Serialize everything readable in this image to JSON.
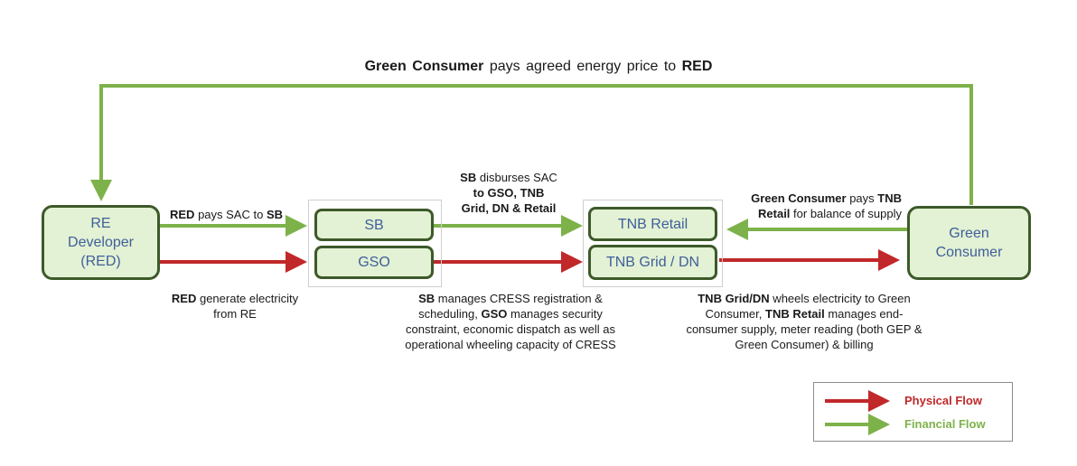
{
  "title": {
    "part1": "Green Consumer",
    "part2": " pays agreed energy price to ",
    "part3": "RED"
  },
  "nodes": {
    "re_developer": {
      "line1": "RE",
      "line2": "Developer",
      "line3": "(RED)"
    },
    "sb": "SB",
    "gso": "GSO",
    "tnb_retail": "TNB Retail",
    "tnb_grid": "TNB Grid / DN",
    "green_consumer": {
      "line1": "Green",
      "line2": "Consumer"
    }
  },
  "labels": {
    "red_pays": {
      "b1": "RED",
      "t1": " pays SAC to ",
      "b2": "SB"
    },
    "sb_disburses": {
      "b1": "SB",
      "t1": " disburses SAC",
      "b2": "to GSO, TNB",
      "b3": "Grid, DN & Retail"
    },
    "gc_pays_tnb": {
      "b1": "Green Consumer",
      "t1": " pays ",
      "b2": "TNB",
      "b3": "Retail",
      "t2": " for balance of supply"
    },
    "red_generate": {
      "b1": "RED",
      "t1": " generate electricity",
      "t2": "from RE"
    },
    "sb_manages": {
      "b1": "SB",
      "t1": " manages CRESS registration &",
      "t2": "scheduling, ",
      "b2": "GSO",
      "t3": " manages security",
      "t4": "constraint, economic dispatch as well as",
      "t5": "operational wheeling capacity of CRESS"
    },
    "tnb_wheels": {
      "b1": "TNB Grid/DN",
      "t1": " wheels electricity to Green",
      "t2": "Consumer, ",
      "b2": "TNB Retail",
      "t3": " manages end-",
      "t4": "consumer supply, meter reading (both GEP &",
      "t5": "Green Consumer) & billing"
    }
  },
  "legend": {
    "physical": "Physical Flow",
    "financial": "Financial Flow"
  },
  "colors": {
    "physical": "#c0282a",
    "financial": "#7db24a",
    "node_fill": "#e3f1d4",
    "node_border": "#3d5a2a",
    "node_text": "#3f5f9a"
  }
}
